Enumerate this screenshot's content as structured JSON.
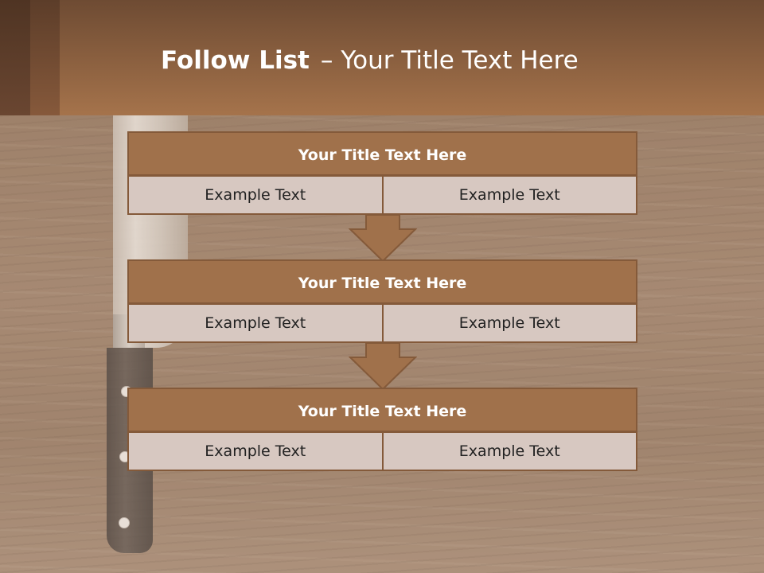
{
  "title": {
    "bold": "Follow List",
    "separator": "–",
    "rest": "Your Title Text Here"
  },
  "blocks": [
    {
      "title": "Your Title Text Here",
      "left": "Example Text",
      "right": "Example Text"
    },
    {
      "title": "Your Title Text Here",
      "left": "Example Text",
      "right": "Example Text"
    },
    {
      "title": "Your Title Text Here",
      "left": "Example Text",
      "right": "Example Text"
    }
  ],
  "colors": {
    "box_title_bg": "#a0714b",
    "box_cell_bg": "#d7c8c1",
    "border": "#845a3a",
    "header_top": "#6e4b33",
    "header_bottom": "#a5734b"
  }
}
